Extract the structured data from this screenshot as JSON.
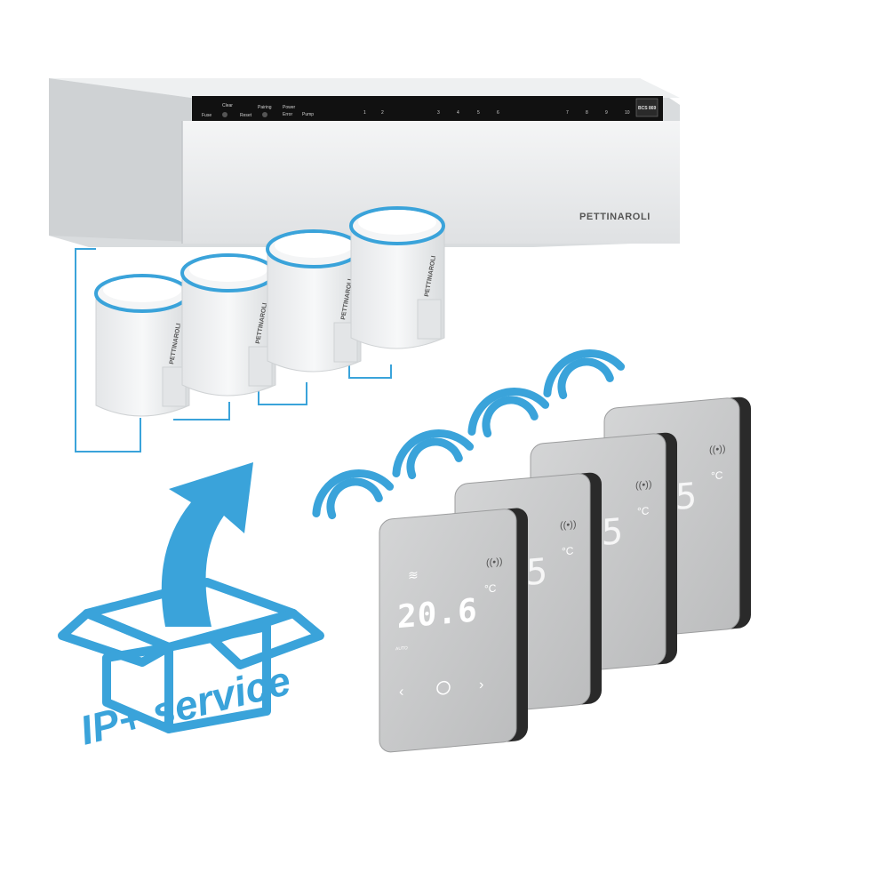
{
  "controller": {
    "brand": "PETTINAROLI",
    "panel_labels": [
      "Fuse",
      "Clear",
      "Reset",
      "Pairing",
      "Power",
      "Error",
      "Pump"
    ],
    "zone_numbers": [
      "1",
      "2",
      "3",
      "4",
      "5",
      "6",
      "7",
      "8",
      "9",
      "10"
    ],
    "badge": "BCS 869"
  },
  "actuators": {
    "brand": "PETTINAROLI",
    "count": 4
  },
  "thermostat": {
    "temperature": "20.6",
    "unit": "°C",
    "mode_label": "AUTO",
    "back_temperature_fragment": "5",
    "count": 4
  },
  "service_logo": {
    "text": "IP+ service"
  },
  "colors": {
    "accent_blue": "#3aa3da",
    "housing_white": "#e9ebec",
    "panel_black": "#111111",
    "screen_grey": "#c9cacb"
  }
}
